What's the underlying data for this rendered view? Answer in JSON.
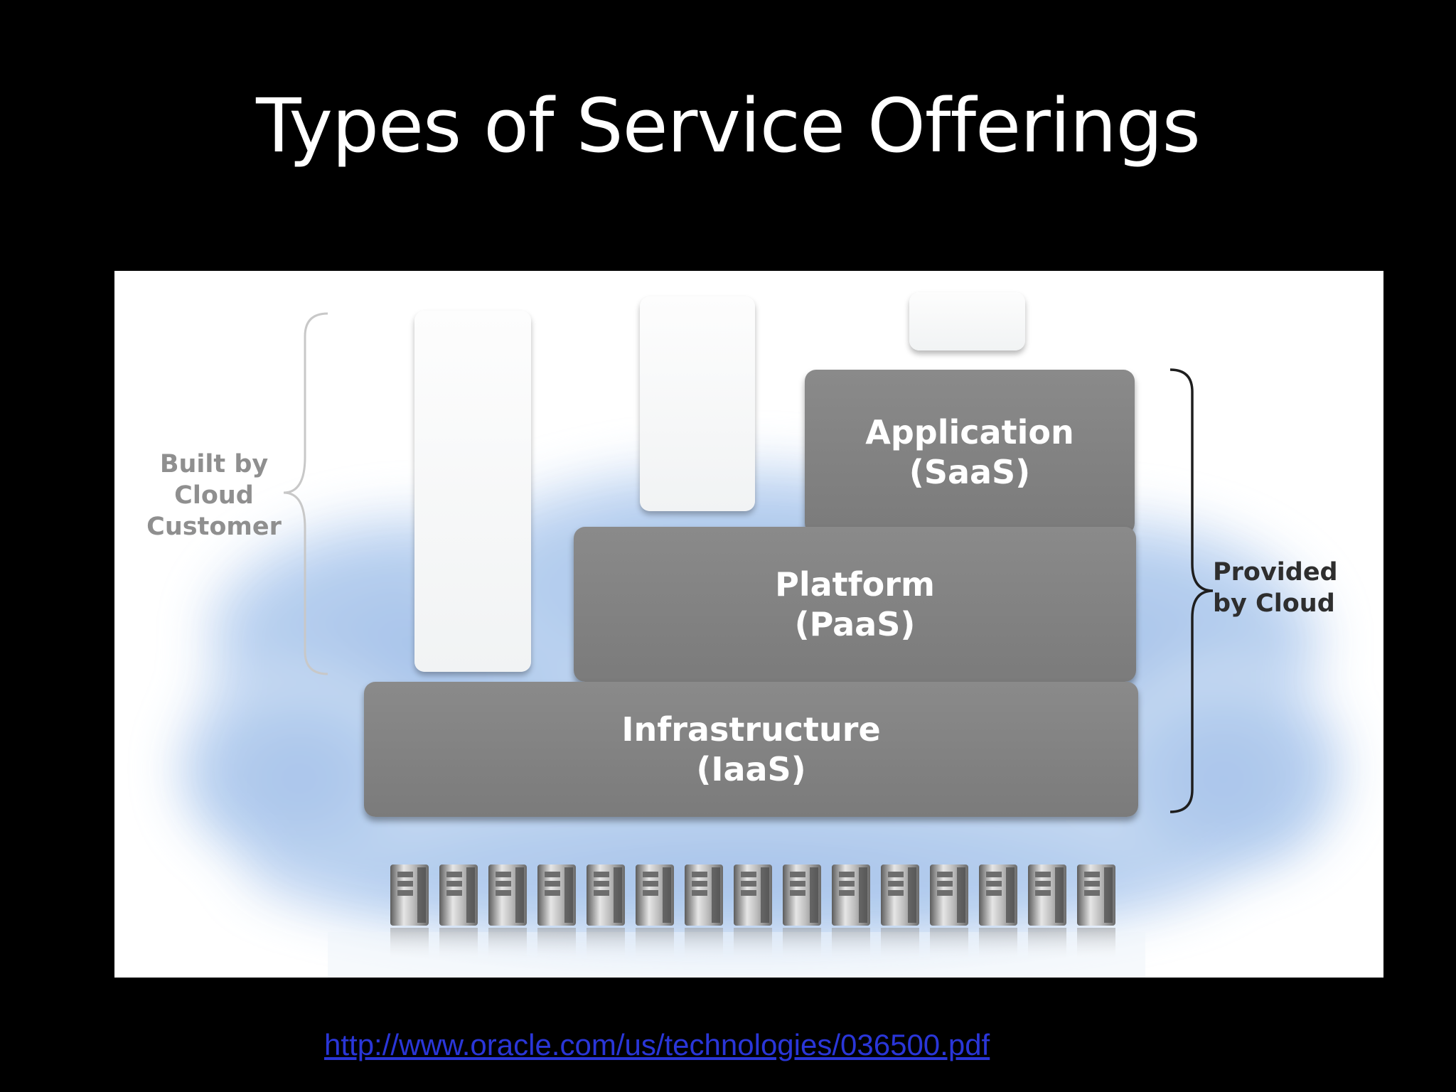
{
  "slide": {
    "title": "Types of Service Offerings",
    "source_link": "http://www.oracle.com/us/technologies/036500.pdf"
  },
  "diagram": {
    "left_label": [
      "Built by",
      "Cloud",
      "Customer"
    ],
    "right_label": [
      "Provided",
      "by Cloud"
    ],
    "layers": {
      "application": [
        "Application",
        "(SaaS)"
      ],
      "platform": [
        "Platform",
        "(PaaS)"
      ],
      "infrastructure": [
        "Infrastructure",
        "(IaaS)"
      ]
    },
    "server_count": 15,
    "colors": {
      "layer_gray": "#838383",
      "cloud_blue": "#a9c6ea",
      "link_blue": "#2a36d8"
    }
  }
}
